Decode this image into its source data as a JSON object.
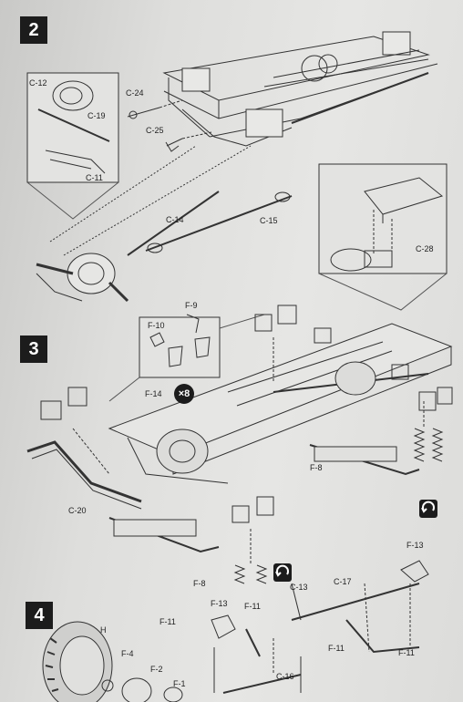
{
  "steps": {
    "s2": "2",
    "s3": "3",
    "s4": "4"
  },
  "step2_labels": {
    "c12": "C-12",
    "c19": "C-19",
    "c11": "C-11",
    "c24": "C-24",
    "c25": "C-25",
    "c14": "C-14",
    "c15": "C-15",
    "c28": "C-28"
  },
  "step3_labels": {
    "f9": "F-9",
    "f10": "F-10",
    "f14": "F-14",
    "multiplier": "×8",
    "c20": "C-20",
    "f8a": "F-8",
    "f8b": "F-8"
  },
  "step4_labels": {
    "h": "H",
    "f4": "F-4",
    "f2": "F-2",
    "f1": "F-1",
    "f11a": "F-11",
    "f13a": "F-13",
    "f11b": "F-11",
    "c13": "C-13",
    "c17": "C-17",
    "f13b": "F-13",
    "c16": "C-16",
    "f11c": "F-11",
    "f11d": "F-11"
  },
  "icons": [
    "turn-over-icon",
    "multiplier-badge"
  ]
}
